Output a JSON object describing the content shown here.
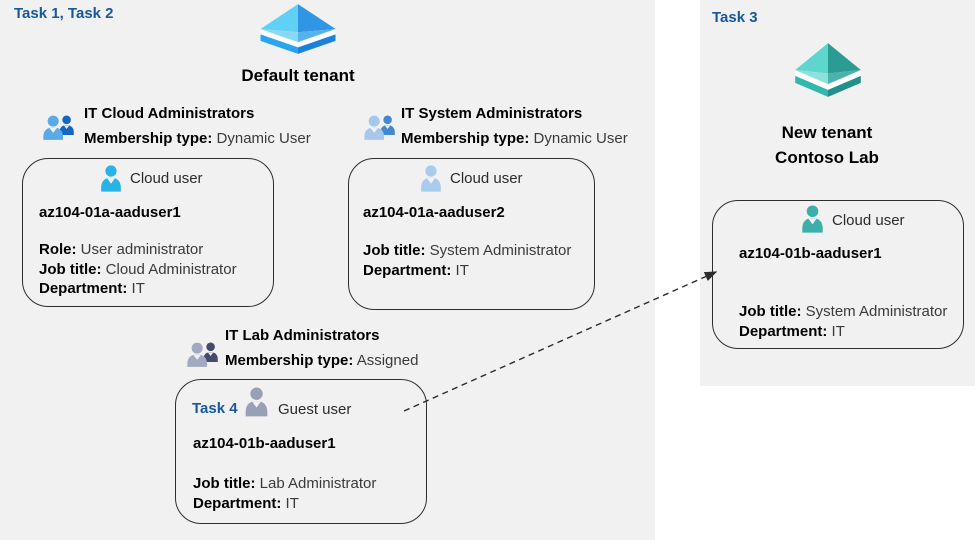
{
  "colors": {
    "background": "#ffffff",
    "panel_bg": "#f1f1f2",
    "task_label": "#17599c",
    "card_border": "#2e2e2e",
    "arrow": "#2b2b2b",
    "group1_icon_front": "#59aae6",
    "group1_icon_back": "#1266c4",
    "group2_icon_front": "#a5c8ec",
    "group2_icon_back": "#4488d2",
    "group3_icon_front": "#a2a9c0",
    "group3_icon_back": "#454b68",
    "user1_icon": "#2ab3e8",
    "user2_icon": "#a8cbee",
    "user3_icon": "#98a0b5",
    "user4_icon": "#3cafa8",
    "tenant_blue": {
      "face_tl": "#5ed1f5",
      "face_tr": "#3095e4",
      "face_bl": "#8ad9f4",
      "face_br": "#54b2ec",
      "base_l": "#2aa3f0",
      "base_r": "#1a82dd"
    },
    "tenant_teal": {
      "face_tl": "#5fd6cd",
      "face_tr": "#2b9c93",
      "face_bl": "#8ce1da",
      "face_br": "#4cb3aa",
      "base_l": "#31b8ae",
      "base_r": "#1f9189"
    }
  },
  "default_tenant": {
    "task_label": "Task 1, Task 2",
    "tenant_name": "Default tenant",
    "tenant_icon": "azure-ad-tenant-icon",
    "groups": [
      {
        "title": "IT Cloud Administrators",
        "membership_label": "Membership type:",
        "membership_value": "Dynamic User"
      },
      {
        "title": "IT System Administrators",
        "membership_label": "Membership type:",
        "membership_value": "Dynamic User"
      },
      {
        "title": "IT Lab Administrators",
        "membership_label": "Membership type:",
        "membership_value": "Assigned"
      }
    ],
    "cards": [
      {
        "user_type": "Cloud user",
        "username": "az104-01a-aaduser1",
        "fields": [
          {
            "label": "Role:",
            "value": "User administrator"
          },
          {
            "label": "Job title:",
            "value": "Cloud Administrator"
          },
          {
            "label": "Department:",
            "value": "IT"
          }
        ]
      },
      {
        "user_type": "Cloud user",
        "username": "az104-01a-aaduser2",
        "fields": [
          {
            "label": "Job title:",
            "value": "System Administrator"
          },
          {
            "label": "Department:",
            "value": "IT"
          }
        ]
      },
      {
        "task_label": "Task 4",
        "user_type": "Guest user",
        "username": "az104-01b-aaduser1",
        "fields": [
          {
            "label": "Job title:",
            "value": "Lab Administrator"
          },
          {
            "label": "Department:",
            "value": "IT"
          }
        ]
      }
    ]
  },
  "new_tenant": {
    "task_label": "Task 3",
    "tenant_name_line1": "New tenant",
    "tenant_name_line2": "Contoso Lab",
    "tenant_icon": "azure-ad-tenant-icon",
    "card": {
      "user_type": "Cloud user",
      "username": "az104-01b-aaduser1",
      "fields": [
        {
          "label": "Job title:",
          "value": "System Administrator"
        },
        {
          "label": "Department:",
          "value": "IT"
        }
      ]
    }
  }
}
